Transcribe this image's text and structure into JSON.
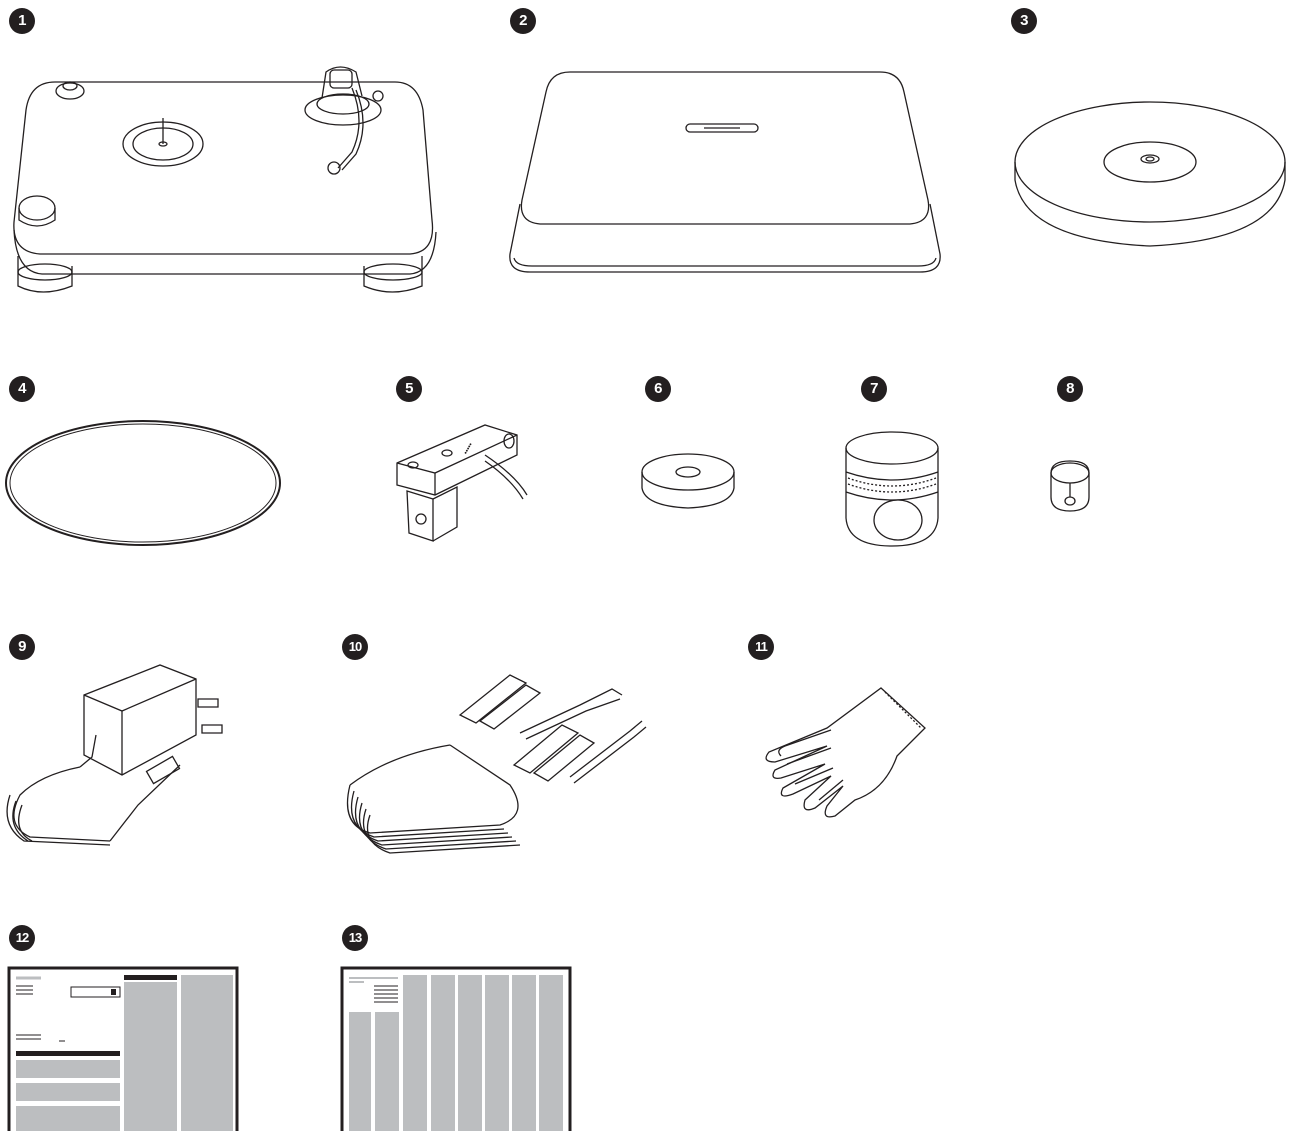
{
  "items": [
    {
      "number": "1",
      "icon": "turntable-base-icon"
    },
    {
      "number": "2",
      "icon": "dust-cover-icon"
    },
    {
      "number": "3",
      "icon": "platter-icon"
    },
    {
      "number": "4",
      "icon": "drive-belt-icon"
    },
    {
      "number": "5",
      "icon": "headshell-cartridge-icon"
    },
    {
      "number": "6",
      "icon": "adapter-45rpm-icon"
    },
    {
      "number": "7",
      "icon": "counterweight-icon"
    },
    {
      "number": "8",
      "icon": "sub-weight-icon"
    },
    {
      "number": "9",
      "icon": "ac-adapter-icon"
    },
    {
      "number": "10",
      "icon": "rca-cable-icon"
    },
    {
      "number": "11",
      "icon": "glove-icon"
    },
    {
      "number": "12",
      "icon": "quick-start-guide-icon"
    },
    {
      "number": "13",
      "icon": "safety-booklet-icon"
    }
  ],
  "colors": {
    "badge": "#231f20",
    "line": "#231f20",
    "fill_gray": "#bcbec0"
  }
}
